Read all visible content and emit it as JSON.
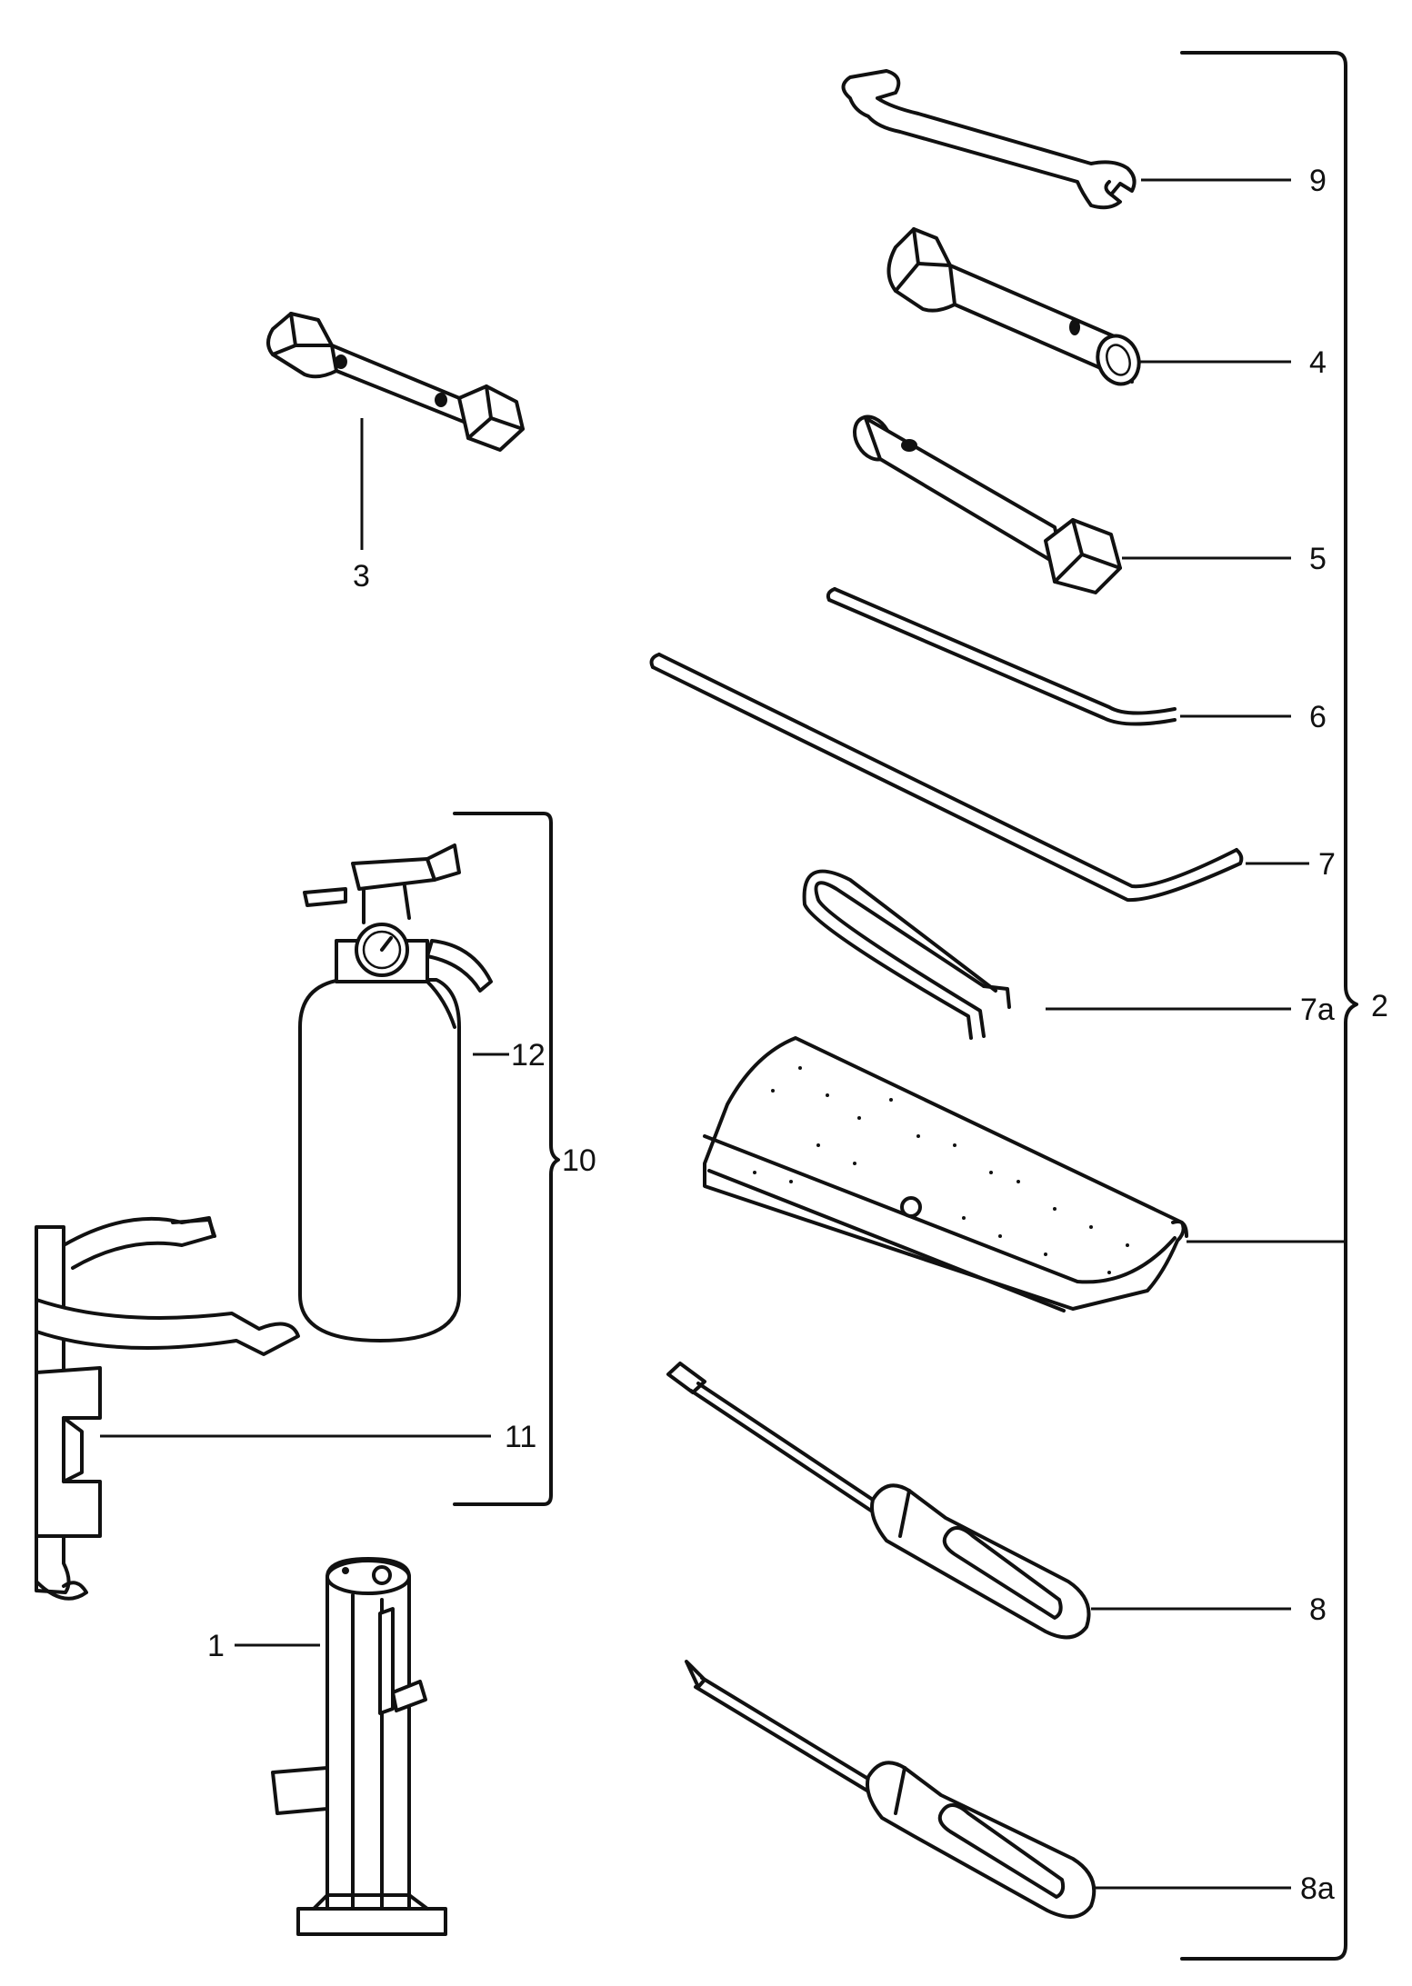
{
  "labels": {
    "wrench": "9",
    "socket_wrench_a": "4",
    "socket_wrench_b": "5",
    "double_socket_wrench": "3",
    "short_tommy_bar": "6",
    "long_tommy_bar": "7",
    "wire_hook": "7a",
    "tool_kit_group": "2",
    "screwdriver_flat": "8",
    "screwdriver_cross": "8a",
    "extinguisher_group": "10",
    "extinguisher": "12",
    "extinguisher_bracket": "11",
    "jack": "1"
  }
}
